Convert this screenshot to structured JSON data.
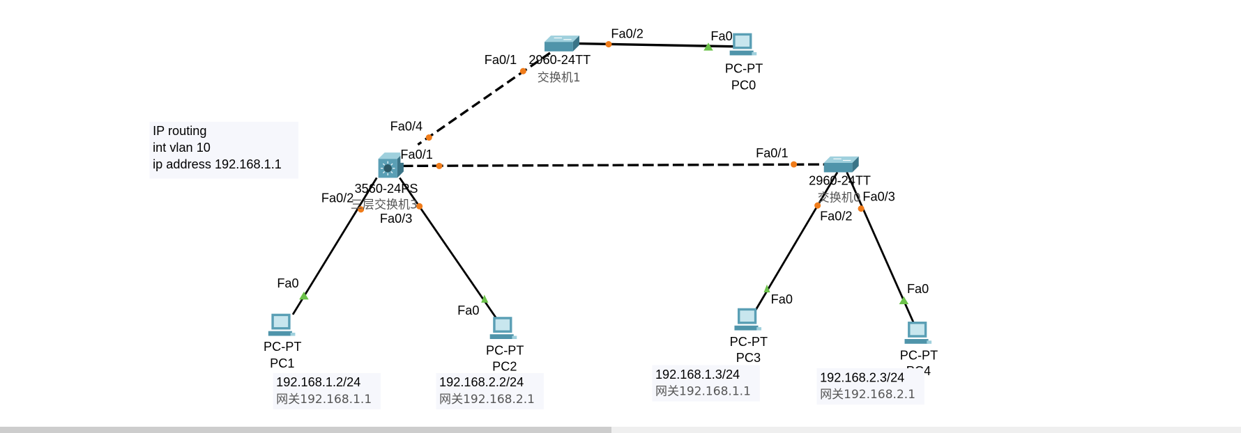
{
  "canvas": {
    "background": "#ffffff",
    "link_color": "#000000",
    "port_down_color": "#f07c1a",
    "port_up_color": "#6cc24a",
    "device_color": "#5a9fb5"
  },
  "devices": {
    "switch1": {
      "model": "2960-24TT",
      "name": "交换机1"
    },
    "mlswitch": {
      "model": "3560-24PS",
      "name": "三层交换机3"
    },
    "switch0": {
      "model": "2960-24TT",
      "name": "交换机0"
    },
    "pc0": {
      "model": "PC-PT",
      "name": "PC0"
    },
    "pc1": {
      "model": "PC-PT",
      "name": "PC1"
    },
    "pc2": {
      "model": "PC-PT",
      "name": "PC2"
    },
    "pc3": {
      "model": "PC-PT",
      "name": "PC3"
    },
    "pc4": {
      "model": "PC-PT",
      "name": "PC4"
    }
  },
  "ports": {
    "sw1_fa01": "Fa0/1",
    "sw1_fa02": "Fa0/2",
    "pc0_fa0": "Fa0",
    "ml_fa04": "Fa0/4",
    "ml_fa01": "Fa0/1",
    "ml_fa02": "Fa0/2",
    "ml_fa03": "Fa0/3",
    "sw0_fa01": "Fa0/1",
    "sw0_fa02": "Fa0/2",
    "sw0_fa03": "Fa0/3",
    "pc1_fa0": "Fa0",
    "pc2_fa0": "Fa0",
    "pc3_fa0": "Fa0",
    "pc4_fa0": "Fa0"
  },
  "notes": {
    "ml_config": [
      "IP routing",
      "int vlan 10",
      "ip address 192.168.1.1"
    ],
    "pc1": {
      "ip": "192.168.1.2/24",
      "gateway": "网关192.168.1.1"
    },
    "pc2": {
      "ip": "192.168.2.2/24",
      "gateway": "网关192.168.2.1"
    },
    "pc3": {
      "ip": "192.168.1.3/24",
      "gateway": "网关192.168.1.1"
    },
    "pc4": {
      "ip": "192.168.2.3/24",
      "gateway": "网关192.168.2.1"
    }
  },
  "scrollbar": {
    "position_fraction": 0.0,
    "visible_fraction": 0.49
  }
}
